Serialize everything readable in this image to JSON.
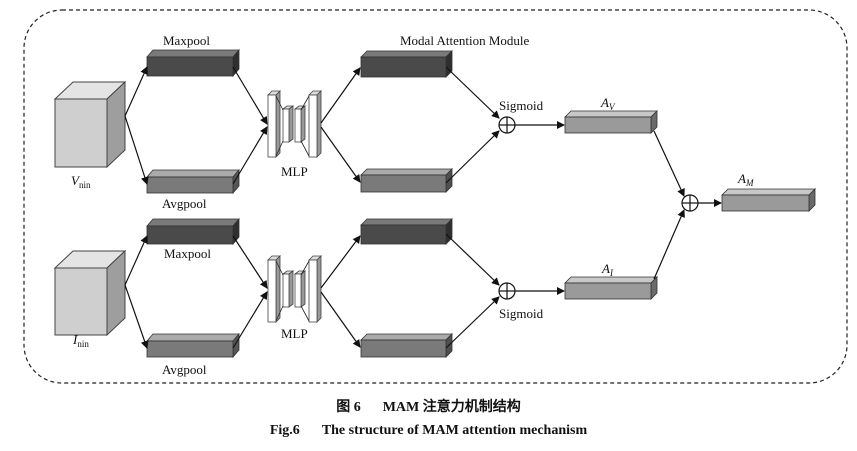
{
  "diagram": {
    "title": "Modal Attention Module",
    "top_branch": {
      "input_label": "V",
      "input_subscript": "nin",
      "maxpool": "Maxpool",
      "avgpool": "Avgpool",
      "mlp": "MLP",
      "sigmoid": "Sigmoid",
      "output_label": "A",
      "output_subscript": "V"
    },
    "bottom_branch": {
      "input_label": "I",
      "input_subscript": "nin",
      "maxpool": "Maxpool",
      "avgpool": "Avgpool",
      "mlp": "MLP",
      "sigmoid": "Sigmoid",
      "output_label": "A",
      "output_subscript": "I"
    },
    "final_output_label": "A",
    "final_output_subscript": "M"
  },
  "caption": {
    "cn_number": "图 6",
    "cn_text": "MAM 注意力机制结构",
    "en_number": "Fig.6",
    "en_text": "The structure of MAM attention mechanism"
  },
  "colors": {
    "maxpool_bar": "#4a4a4a",
    "avgpool_bar": "#7a7a7a",
    "output_bar": "#9a9a9a",
    "cube": "#cfcfcf",
    "line": "#111111"
  }
}
